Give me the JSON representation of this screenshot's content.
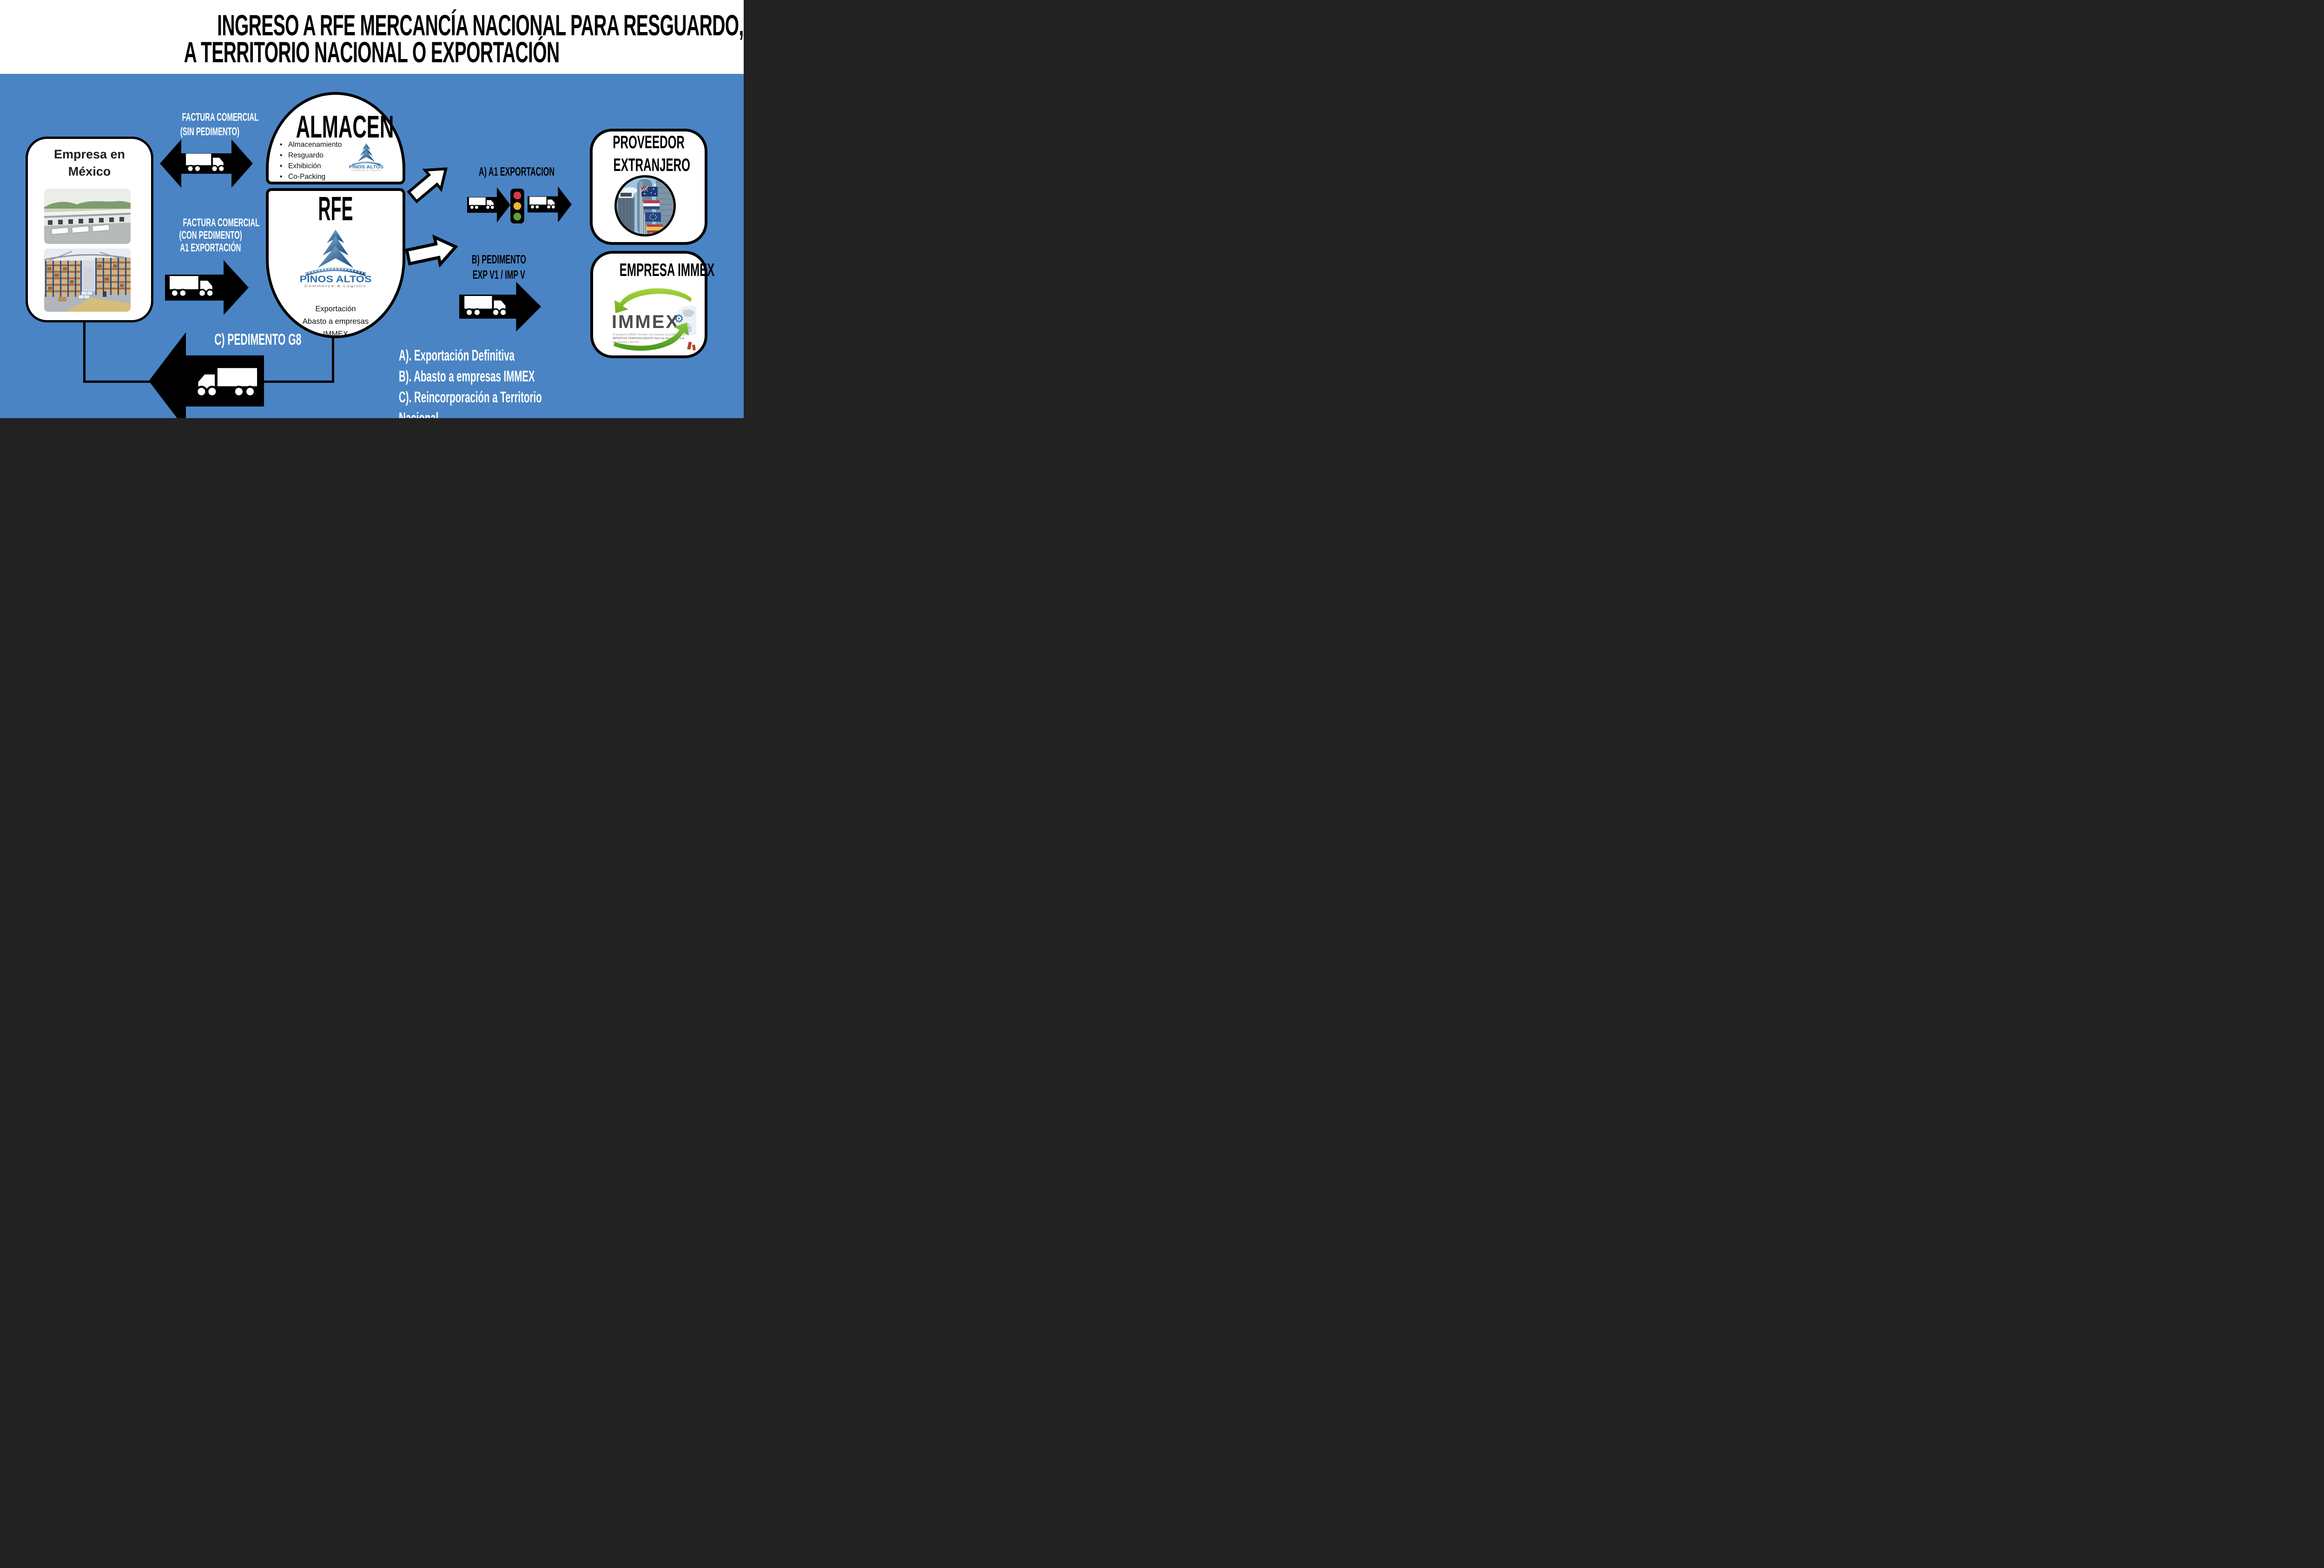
{
  "header": {
    "title_line1": "INGRESO A RFE MERCANCÍA NACIONAL PARA RESGUARDO, REINCORPORACIÓN",
    "title_line2": "A TERRITORIO NACIONAL O EXPORTACIÓN"
  },
  "empresa_box": {
    "title_line1": "Empresa en",
    "title_line2": "México"
  },
  "arrows": {
    "factura_sin_line1": "FACTURA COMERCIAL",
    "factura_sin_line2": "(SIN PEDIMENTO)",
    "factura_con_line1": "FACTURA COMERCIAL",
    "factura_con_line2": "(CON PEDIMENTO)",
    "factura_con_line3": "A1 EXPORTACIÓN",
    "route_a_label": "A) A1 EXPORTACION",
    "route_b_line1": "B) PEDIMENTO",
    "route_b_line2": "EXP V1 / IMP V",
    "route_c_label": "C) PEDIMENTO G8"
  },
  "almacen_box": {
    "title": "ALMACEN",
    "bullets": [
      "Almacenamiento",
      "Resguardo",
      "Exhibición",
      "Co-Packing"
    ]
  },
  "rfe_box": {
    "title": "RFE",
    "lines": [
      "Exportación",
      "Abasto a empresas",
      "IMMEX"
    ]
  },
  "pinos_logo": {
    "name": "PINOS ALTOS",
    "tagline": "Commerce & Logistic"
  },
  "proveedor_box": {
    "title_line1": "PROVEEDOR",
    "title_line2": "EXTRANJERO"
  },
  "immex_box": {
    "title": "EMPRESA IMMEX",
    "logo_text": "IMMEX",
    "fine_print": [
      "El programa IMMEX brinda a sus titulares la posibilidad de",
      "IMPORTAR TEMPORALMENTE libre de impuestos a la",
      "importación y del IVA."
    ]
  },
  "outcomes": {
    "lines": [
      "A). Exportación Definitiva",
      "B). Abasto a empresas IMMEX",
      "C). Reincorporación a Territorio",
      "Nacional"
    ]
  },
  "colors": {
    "background": "#4a84c4",
    "panel_fill": "#ffffff",
    "outline": "#000000",
    "pinos_blue": "#2f6fb0",
    "traffic_red": "#d63a49",
    "traffic_amber": "#f1b434",
    "traffic_green": "#5ca33b",
    "immex_green": "#7cc12e"
  }
}
